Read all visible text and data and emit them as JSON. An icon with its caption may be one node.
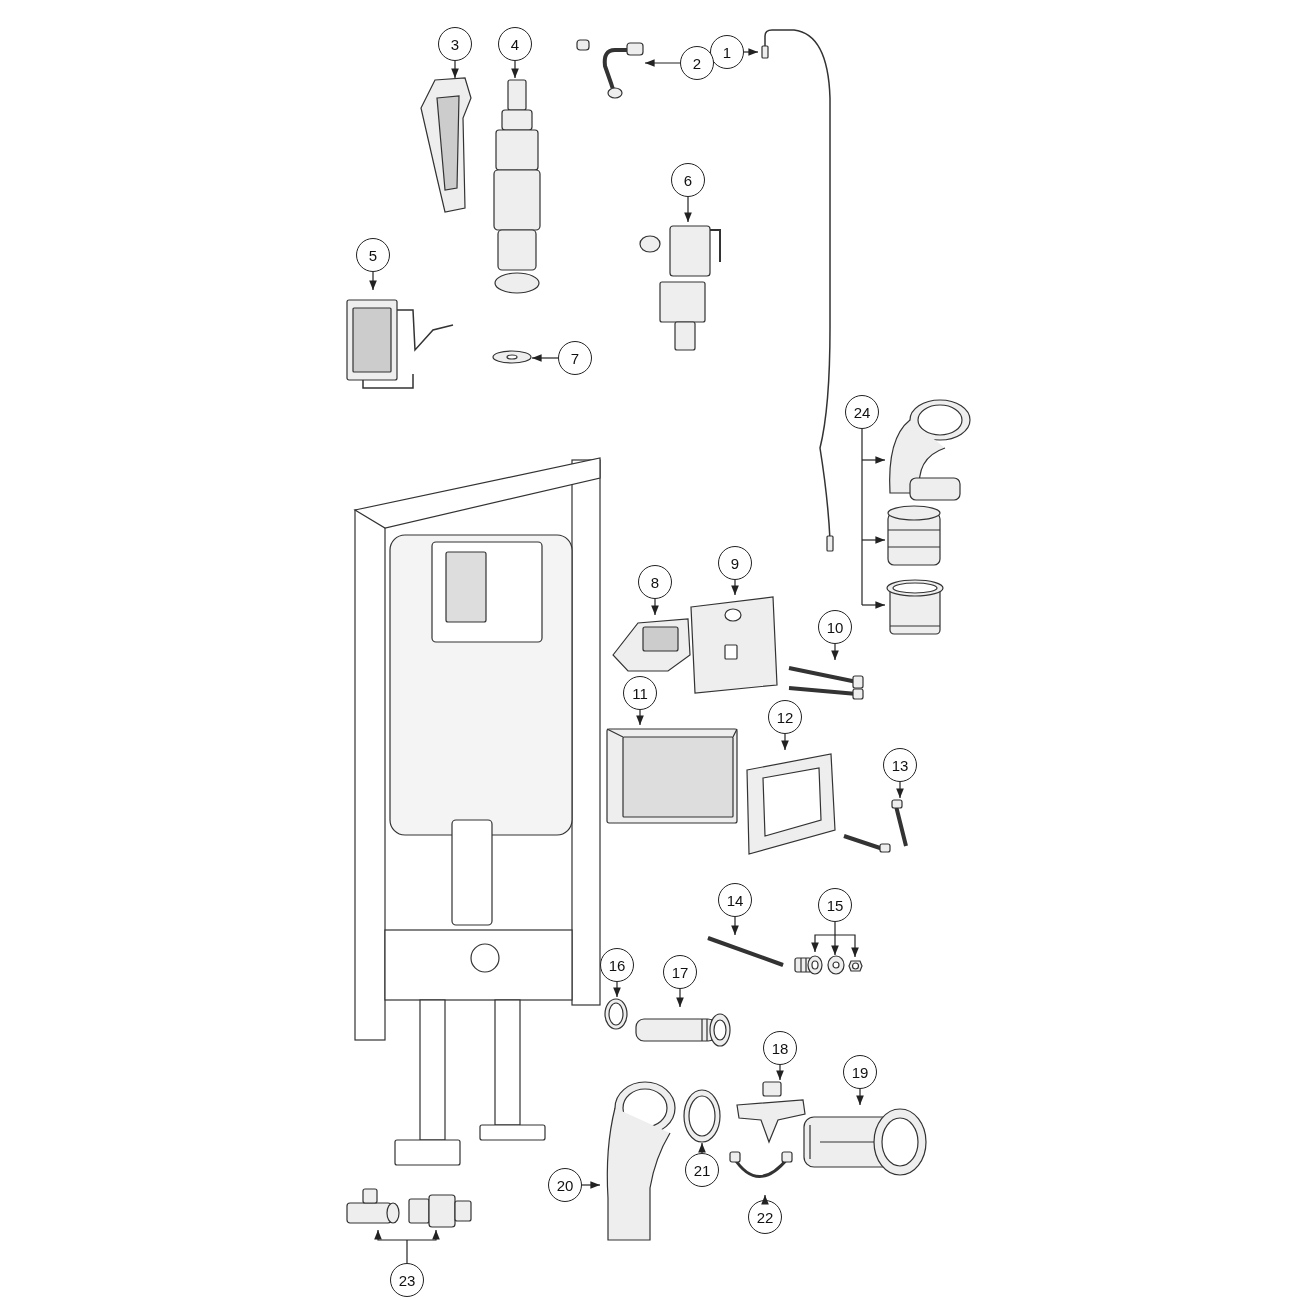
{
  "diagram": {
    "nodes": [
      {
        "text": [
          "1"
        ]
      },
      {
        "text": [],
        "shape": "picture"
      },
      {
        "text": [
          "2"
        ]
      },
      {
        "text": [],
        "shape": "picture"
      },
      {
        "text": [
          "3"
        ]
      },
      {
        "text": [],
        "shape": "picture"
      },
      {
        "text": [
          "4"
        ]
      },
      {
        "text": [],
        "shape": "picture"
      },
      {
        "text": [
          "5"
        ]
      },
      {
        "text": [],
        "shape": "picture"
      },
      {
        "text": [
          "6"
        ]
      },
      {
        "text": [],
        "shape": "picture"
      },
      {
        "text": [
          "7"
        ]
      },
      {
        "text": [],
        "shape": "picture"
      },
      {
        "text": [
          "24"
        ]
      },
      {
        "text": [],
        "shape": "picture"
      },
      {
        "text": [],
        "shape": "picture"
      },
      {
        "text": [],
        "shape": "picture"
      },
      {
        "text": [
          "8"
        ]
      },
      {
        "text": [],
        "shape": "picture"
      },
      {
        "text": [
          "9"
        ]
      },
      {
        "text": [],
        "shape": "picture"
      },
      {
        "text": [
          "10"
        ]
      },
      {
        "text": [],
        "shape": "picture"
      },
      {
        "text": [
          "11"
        ]
      },
      {
        "text": [],
        "shape": "picture"
      },
      {
        "text": [
          "12"
        ]
      },
      {
        "text": [],
        "shape": "picture"
      },
      {
        "text": [
          "13"
        ]
      },
      {
        "text": [],
        "shape": "picture"
      },
      {
        "text": [
          "14"
        ]
      },
      {
        "text": [],
        "shape": "picture"
      },
      {
        "text": [
          "15"
        ]
      },
      {
        "text": [],
        "shape": "picture"
      },
      {
        "text": [],
        "shape": "picture"
      },
      {
        "text": [],
        "shape": "picture"
      },
      {
        "text": [
          "16"
        ]
      },
      {
        "text": [],
        "shape": "picture"
      },
      {
        "text": [
          "17"
        ]
      },
      {
        "text": [],
        "shape": "picture"
      },
      {
        "text": [
          "18"
        ]
      },
      {
        "text": [],
        "shape": "picture"
      },
      {
        "text": [
          "19"
        ]
      },
      {
        "text": [],
        "shape": "picture"
      },
      {
        "text": [
          "20"
        ]
      },
      {
        "text": [],
        "shape": "picture"
      },
      {
        "text": [
          "21"
        ]
      },
      {
        "text": [],
        "shape": "picture"
      },
      {
        "text": [
          "22"
        ]
      },
      {
        "text": [],
        "shape": "picture"
      },
      {
        "text": [
          "23"
        ]
      },
      {
        "text": [],
        "shape": "picture"
      },
      {
        "text": [],
        "shape": "picture"
      }
    ],
    "edges": [
      {
        "from": 0,
        "to": 1,
        "arrow": "to"
      },
      {
        "from": 2,
        "to": 3,
        "arrow": "to"
      },
      {
        "from": 4,
        "to": 5,
        "arrow": "to"
      },
      {
        "from": 6,
        "to": 7,
        "arrow": "to"
      },
      {
        "from": 8,
        "to": 9,
        "arrow": "to"
      },
      {
        "from": 10,
        "to": 11,
        "arrow": "to"
      },
      {
        "from": 12,
        "to": 13,
        "arrow": "to"
      },
      {
        "from": 14,
        "to": 15,
        "arrow": "to"
      },
      {
        "from": 14,
        "to": 16,
        "arrow": "to"
      },
      {
        "from": 14,
        "to": 17,
        "arrow": "to"
      },
      {
        "from": 18,
        "to": 19,
        "arrow": "to"
      },
      {
        "from": 20,
        "to": 21,
        "arrow": "to"
      },
      {
        "from": 22,
        "to": 23,
        "arrow": "to"
      },
      {
        "from": 24,
        "to": 25,
        "arrow": "to"
      },
      {
        "from": 26,
        "to": 27,
        "arrow": "to"
      },
      {
        "from": 28,
        "to": 29,
        "arrow": "to"
      },
      {
        "from": 30,
        "to": 31,
        "arrow": "to"
      },
      {
        "from": 32,
        "to": 33,
        "arrow": "to"
      },
      {
        "from": 32,
        "to": 34,
        "arrow": "to"
      },
      {
        "from": 32,
        "to": 35,
        "arrow": "to"
      },
      {
        "from": 36,
        "to": 37,
        "arrow": "to"
      },
      {
        "from": 38,
        "to": 39,
        "arrow": "to"
      },
      {
        "from": 40,
        "to": 41,
        "arrow": "to"
      },
      {
        "from": 42,
        "to": 43,
        "arrow": "to"
      },
      {
        "from": 44,
        "to": 45,
        "arrow": "to"
      },
      {
        "from": 46,
        "to": 47,
        "arrow": "to"
      },
      {
        "from": 48,
        "to": 49,
        "arrow": "to"
      },
      {
        "from": 50,
        "to": 51,
        "arrow": "to"
      },
      {
        "from": 50,
        "to": 52,
        "arrow": "to"
      }
    ]
  }
}
